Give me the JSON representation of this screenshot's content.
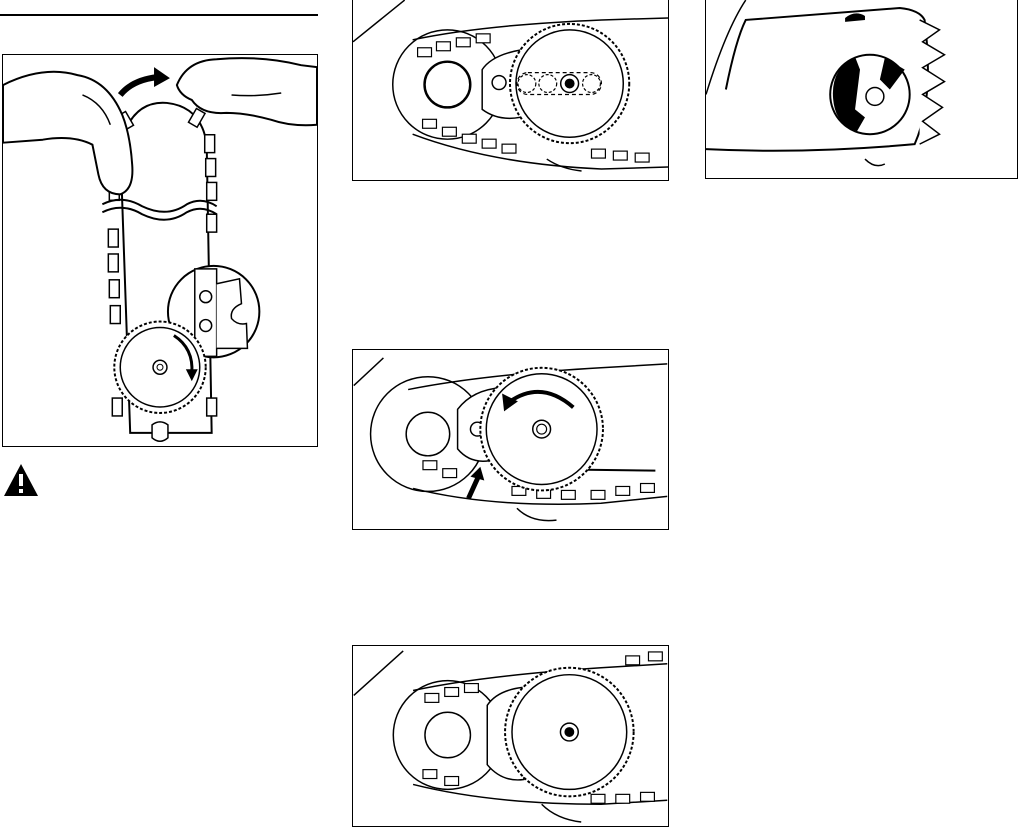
{
  "figures": [
    {
      "name": "chain-on-bar",
      "description_icons": [
        "hand-icon",
        "rotation-arrow-icon",
        "drive-link-detail-icon"
      ]
    },
    {
      "name": "sprocket-pinned",
      "description_icons": [
        "sprocket-icon"
      ]
    },
    {
      "name": "tensioner-cover",
      "description_icons": [
        "tensioner-knob-icon"
      ]
    },
    {
      "name": "sprocket-rotate",
      "description_icons": [
        "sprocket-icon",
        "rotation-arrow-icon",
        "push-arrow-icon"
      ]
    },
    {
      "name": "sprocket-locked",
      "description_icons": [
        "sprocket-icon"
      ]
    }
  ],
  "warning": {
    "icon": "warning-triangle-icon"
  },
  "colors": {
    "ink": "#000000",
    "paper": "#ffffff"
  }
}
